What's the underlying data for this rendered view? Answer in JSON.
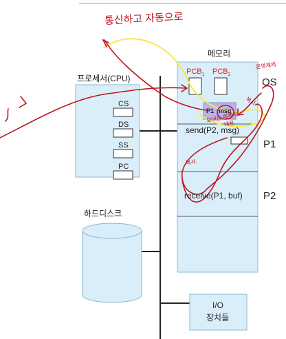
{
  "diagram": {
    "processor": {
      "title": "프로세서(CPU)",
      "registers": [
        "CS",
        "DS",
        "SS",
        "PC"
      ]
    },
    "memory": {
      "title": "메모리",
      "pcb1": "PCB",
      "pcb1_sub": "1",
      "pcb2": "PCB",
      "pcb2_sub": "2",
      "buffer_p1": "P1",
      "buffer_msg": "msg",
      "send_call": "send(P2, msg)",
      "receive_call": "receive(P1, buf)",
      "region_labels": [
        "OS",
        "P1",
        "P2"
      ]
    },
    "hard_disk": "하드디스크",
    "io_device": [
      "I/O",
      "장치들"
    ]
  },
  "annotations": {
    "top": "통신하고 자동으로",
    "os_note": "운영체제",
    "copy_note": "복사.",
    "send_note": [
      "보내는 메세지",
      "내용"
    ],
    "p2_note": "복사."
  },
  "colors": {
    "panel_fill": "#d9eef9",
    "panel_stroke": "#8ab8d2",
    "buffer_fill": "#b8b4ea",
    "pcb_label": "#e02020",
    "ink_red": "#c0141b",
    "ink_yellow": "#f5e84d",
    "line": "#222222"
  }
}
